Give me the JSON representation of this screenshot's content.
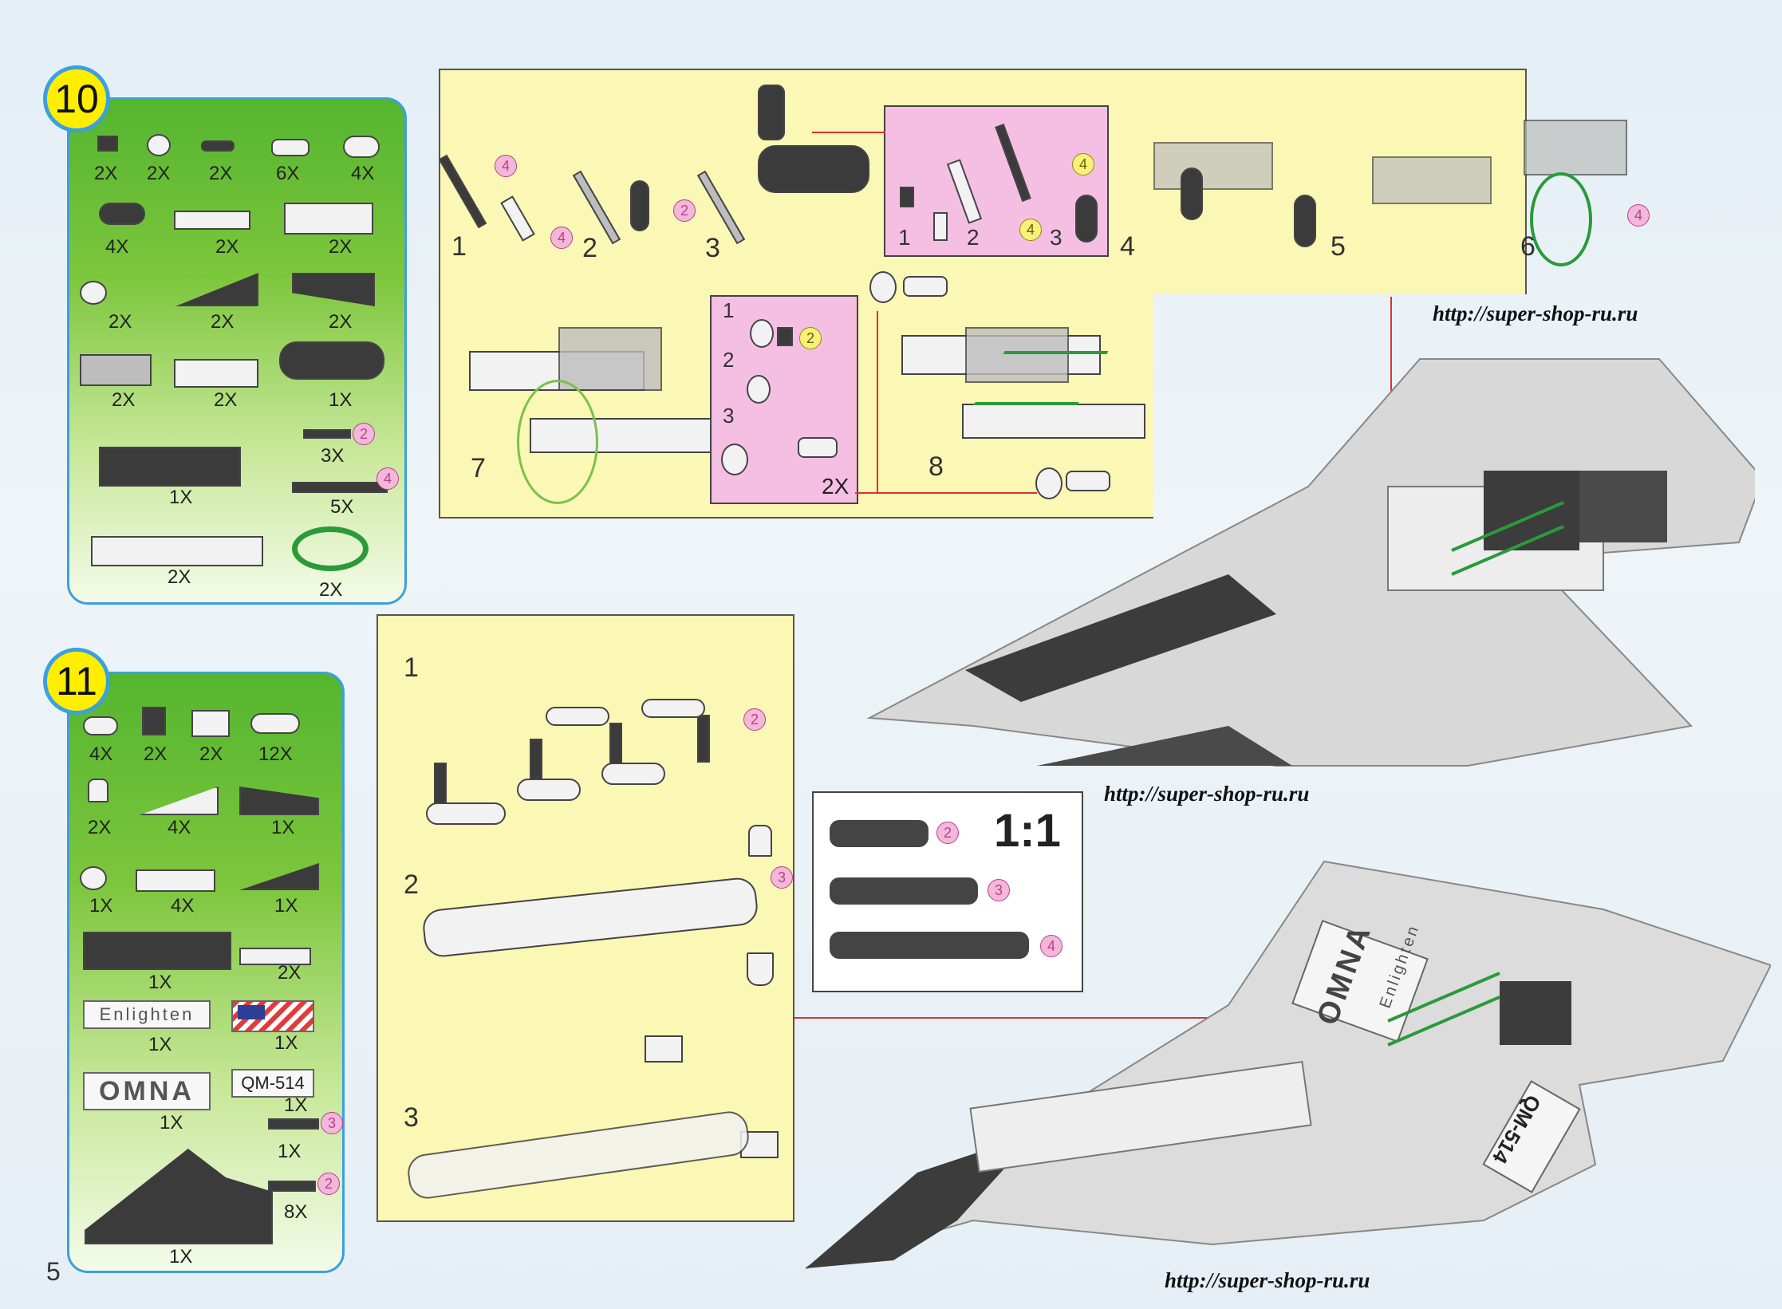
{
  "page_number": "5",
  "step10": {
    "badge": "10",
    "quantities": [
      "2X",
      "2X",
      "2X",
      "6X",
      "4X",
      "4X",
      "2X",
      "2X",
      "2X",
      "2X",
      "2X",
      "2X",
      "2X",
      "1X",
      "3X",
      "1X",
      "5X",
      "2X",
      "2X"
    ],
    "markers": [
      "2",
      "4"
    ]
  },
  "step11": {
    "badge": "11",
    "quantities": [
      "4X",
      "2X",
      "2X",
      "12X",
      "2X",
      "4X",
      "1X",
      "1X",
      "4X",
      "1X",
      "1X",
      "2X",
      "1X",
      "1X",
      "1X",
      "1X",
      "1X",
      "8X",
      "1X"
    ],
    "tiles": {
      "enlighten": "Enlighten",
      "omna": "OMNA",
      "qm": "QM-514"
    },
    "markers": [
      "3",
      "2"
    ]
  },
  "subassembly_top": {
    "steps": [
      "1",
      "2",
      "3",
      "4",
      "5",
      "6",
      "7",
      "8"
    ],
    "pink_inset_steps": [
      "1",
      "2",
      "3"
    ],
    "pink_inset2_steps": [
      "1",
      "2",
      "3"
    ],
    "pink_inset2_qty": "2X",
    "markers": [
      "4",
      "4",
      "2",
      "4",
      "4",
      "4",
      "2"
    ]
  },
  "subassembly_bottom": {
    "steps": [
      "1",
      "2",
      "3"
    ],
    "markers": [
      "2",
      "3"
    ]
  },
  "scale_box": {
    "ratio": "1:1",
    "markers": [
      "2",
      "3",
      "4"
    ]
  },
  "urls": [
    "http://super-shop-ru.ru",
    "http://super-shop-ru.ru",
    "http://super-shop-ru.ru"
  ],
  "plane_labels": {
    "omna": "OMNA",
    "enlighten": "Enlighten",
    "qm": "QM-514"
  },
  "colors": {
    "panel_border": "#3aa0e0",
    "badge": "#ffee00",
    "yellow_panel": "#fbf7b4",
    "pink_panel": "#f5bfe3"
  }
}
